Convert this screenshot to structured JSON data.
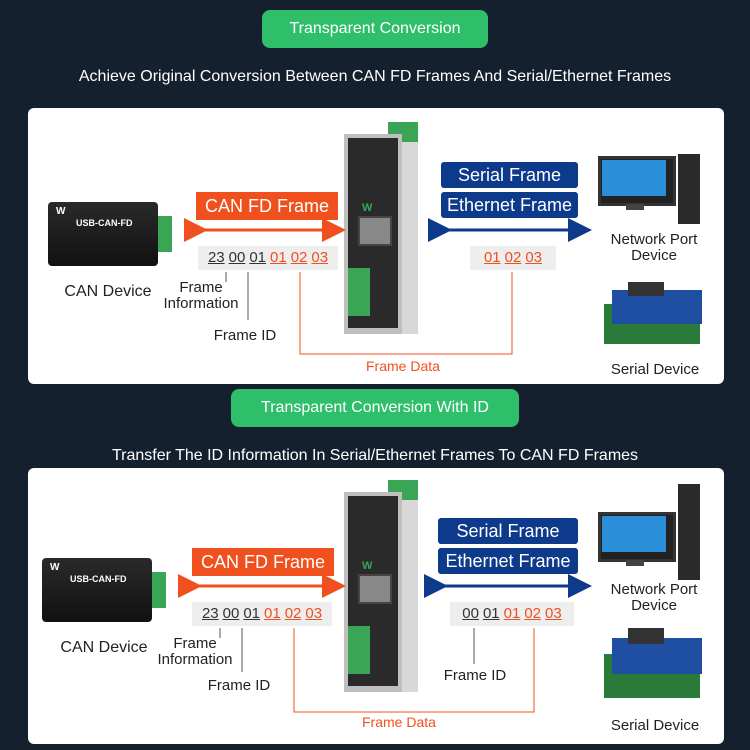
{
  "section1": {
    "title": "Transparent Conversion",
    "subtitle": "Achieve Original Conversion Between CAN FD Frames And Serial/Ethernet Frames",
    "can_fd_frame": "CAN FD Frame",
    "serial_frame": "Serial Frame",
    "ethernet_frame": "Ethernet Frame",
    "left_bytes": [
      "23",
      "00",
      "01",
      "01",
      "02",
      "03"
    ],
    "right_bytes": [
      "01",
      "02",
      "03"
    ],
    "frame_information": "Frame Information",
    "frame_id": "Frame ID",
    "frame_data": "Frame Data",
    "can_device": "CAN Device",
    "network_port_device": "Network Port Device",
    "serial_device": "Serial Device",
    "usb_label": "USB-CAN-FD"
  },
  "section2": {
    "title": "Transparent Conversion With ID",
    "subtitle": "Transfer The ID Information In Serial/Ethernet Frames To CAN FD Frames",
    "can_fd_frame": "CAN FD Frame",
    "serial_frame": "Serial Frame",
    "ethernet_frame": "Ethernet Frame",
    "left_bytes": [
      "23",
      "00",
      "01",
      "01",
      "02",
      "03"
    ],
    "right_bytes": [
      "00",
      "01",
      "01",
      "02",
      "03"
    ],
    "frame_information": "Frame Information",
    "frame_id": "Frame ID",
    "right_frame_id": "Frame ID",
    "frame_data": "Frame Data",
    "can_device": "CAN Device",
    "network_port_device": "Network Port Device",
    "serial_device": "Serial Device",
    "usb_label": "USB-CAN-FD"
  },
  "colors": {
    "background": "#15202e",
    "accent_green": "#2fbf6b",
    "can_orange": "#f0501e",
    "serial_blue": "#0e3a8c"
  }
}
